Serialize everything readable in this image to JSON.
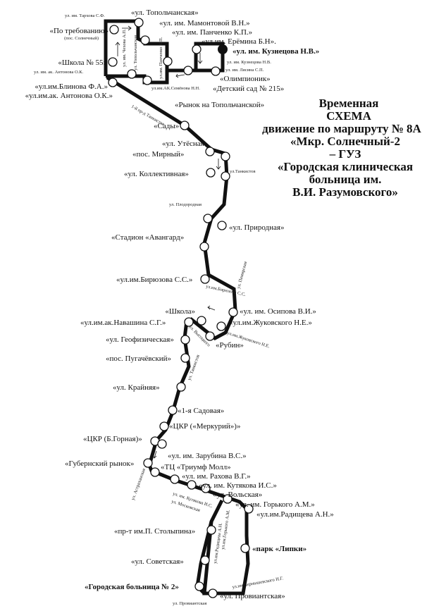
{
  "title": {
    "lines": [
      "Временная",
      "СХЕМА",
      "движение по маршруту № 8А",
      "«Мкр. Солнечный-2",
      "– ГУЗ",
      "«Городская клиническая",
      "больница им.",
      "В.И. Разумовского»"
    ]
  },
  "stops": {
    "po_trebovaniyu": "«По требованию»",
    "pos_solnechny": "(пос. Солнечный)",
    "topolchanskaya": "«ул. Топольчанская»",
    "mamontovoy": "«ул. им. Мамонтовой В.Н.»",
    "panchenko": "«ул. им. Панченко К.П.»",
    "eremina": "«ул.им. Ерёмина Б.Н».",
    "kuznetsova": "«ул. им. Кузнецова Н.В.»",
    "shkola55": "«Школа № 55»",
    "olimpionik": "«Олимпионик»",
    "detsad215": "«Детский сад № 215»",
    "blinova": "«ул.им.Блинова Ф.А.»",
    "antonova": "«ул.им.ак. Антонова О.К.»",
    "rynok_topol": "«Рынок на Топольчанской»",
    "sady": "«Сады»",
    "utesnaya": "«ул. Утёсная»",
    "mirny": "«пос. Мирный»",
    "kollektivnaya": "«ул. Коллективная»",
    "prirodnaya": "«ул. Природная»",
    "stadion": "«Стадион «Авангард»",
    "biryuzova": "«ул.им.Бирюзова С.С.»",
    "shkola": "«Школа»",
    "osipova": "«ул. им. Осипова В.И.»",
    "navashina": "«ул.им.ак.Навашина С.Г.»",
    "zhukovskogo": "«ул.им.Жуковского Н.Е.»",
    "geofizicheskaya": "«ул. Геофизическая»",
    "rubin": "«Рубин»",
    "pugachevsky": "«пос. Пугачёвский»",
    "krainyaya": "«ул. Крайняя»",
    "sadovaya1": "«1-я Садовая»",
    "tskr_merkury": "«ЦКР («Меркурий»)»",
    "tskr_gornaya": "«ЦКР (Б.Горная)»",
    "zarubina": "«ул. им. Зарубина В.С.»",
    "gubernsky": "«Губернский рынок»",
    "triumf": "«ТЦ «Триумф Молл»",
    "rakhova": "«ул. им. Рахова В.Г.»",
    "kutyakova": "«ул. им. Кутякова И.С.»",
    "volskaya": "«ул. Вольская»",
    "gorkogo": "«ул. им. Горького А.М.»",
    "radishcheva": "«ул.им.Радищева А.Н.»",
    "stolypina": "«пр-т им.П. Столыпина»",
    "lipki": "«парк «Липки»",
    "sovetskaya": "«ул. Советская»",
    "bolnitsa2": "«Городская больница № 2»",
    "proviantskaya": "«ул. Провиантская»"
  },
  "streets": {
    "tarkhova": "ул. им. Тархова С.Ф.",
    "chekhova": "ул. им. Чехова А.П.",
    "topolchanskaya": "ул. Топольчанская",
    "panchenko": "ул.им. Панченко К.П.",
    "kuznetsova": "ул. им. Кузнецова Н.В.",
    "lyasina": "ул. им. Лясина С.П.",
    "antonova": "ул. им. ак. Антонова О.К.",
    "semenova": "ул.им.АК.Семёнова Н.Н.",
    "tankistov1": "1-й пр-д Танкистов",
    "tankistov": "ул.Танкистов",
    "plodorodnaya": "ул. Плодородная",
    "biryuzova": "ул.им.Бирюзова С.С.",
    "pamirskaya": "ул. Памирская",
    "vysotsky": "ул. Высоцкого",
    "zhukovskogo": "ул.им.Жуковского Н.Е.",
    "tankistov2": "ул. Танкистов",
    "astrakhanskaya": "ул. Астраханская",
    "kutyakova": "ул. им. Кутякова И.С.",
    "moskovskaya": "ул. Московская",
    "gorkogo": "ул.им.Горького А.М.",
    "radishcheva": "ул.им.Радищева А.Н.",
    "chernyshevskogo": "ул.им.Чернышевского Н.Г.",
    "proviantskaya": "ул. Провиантская"
  },
  "colors": {
    "ink": "#111111",
    "paper": "#ffffff"
  }
}
